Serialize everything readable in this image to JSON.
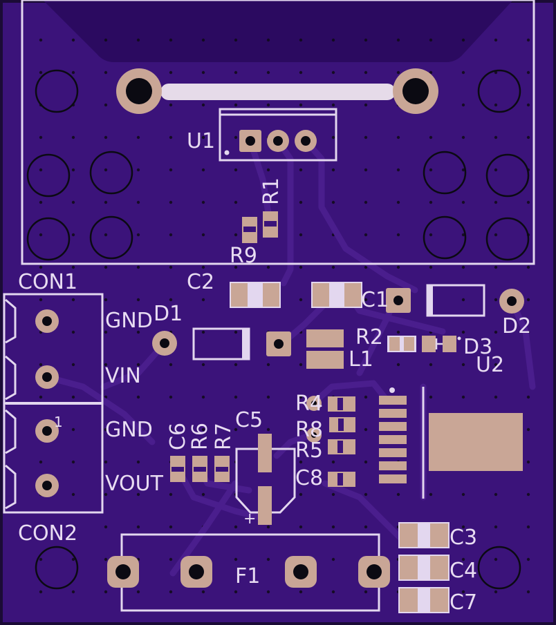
{
  "board": {
    "colors": {
      "substrate": "#3b137a",
      "trace": "#4a1e8d",
      "copper": "#c9a696",
      "drill": "#0b0a12",
      "silkscreen": "#e3d7ef",
      "outline": "#1b0b36"
    }
  },
  "labels": {
    "u1": "U1",
    "r1": "R1",
    "r9": "R9",
    "con1": "CON1",
    "c2": "C2",
    "c1": "C1",
    "d1": "D1",
    "d2": "D2",
    "gnd_top": "GND",
    "r2": "R2",
    "d3": "D3",
    "u2": "U2",
    "vin": "VIN",
    "l1": "L1",
    "r4": "R4",
    "gnd_bottom": "GND",
    "c6": "C6",
    "r6": "R6",
    "r7": "R7",
    "c5": "C5",
    "r8": "R8",
    "r5": "R5",
    "vout": "VOUT",
    "c8": "C8",
    "con2": "CON2",
    "c3": "C3",
    "c4": "C4",
    "f1": "F1",
    "c7": "C7",
    "plus_marker": "+",
    "con2_pin1_marker": "1"
  }
}
